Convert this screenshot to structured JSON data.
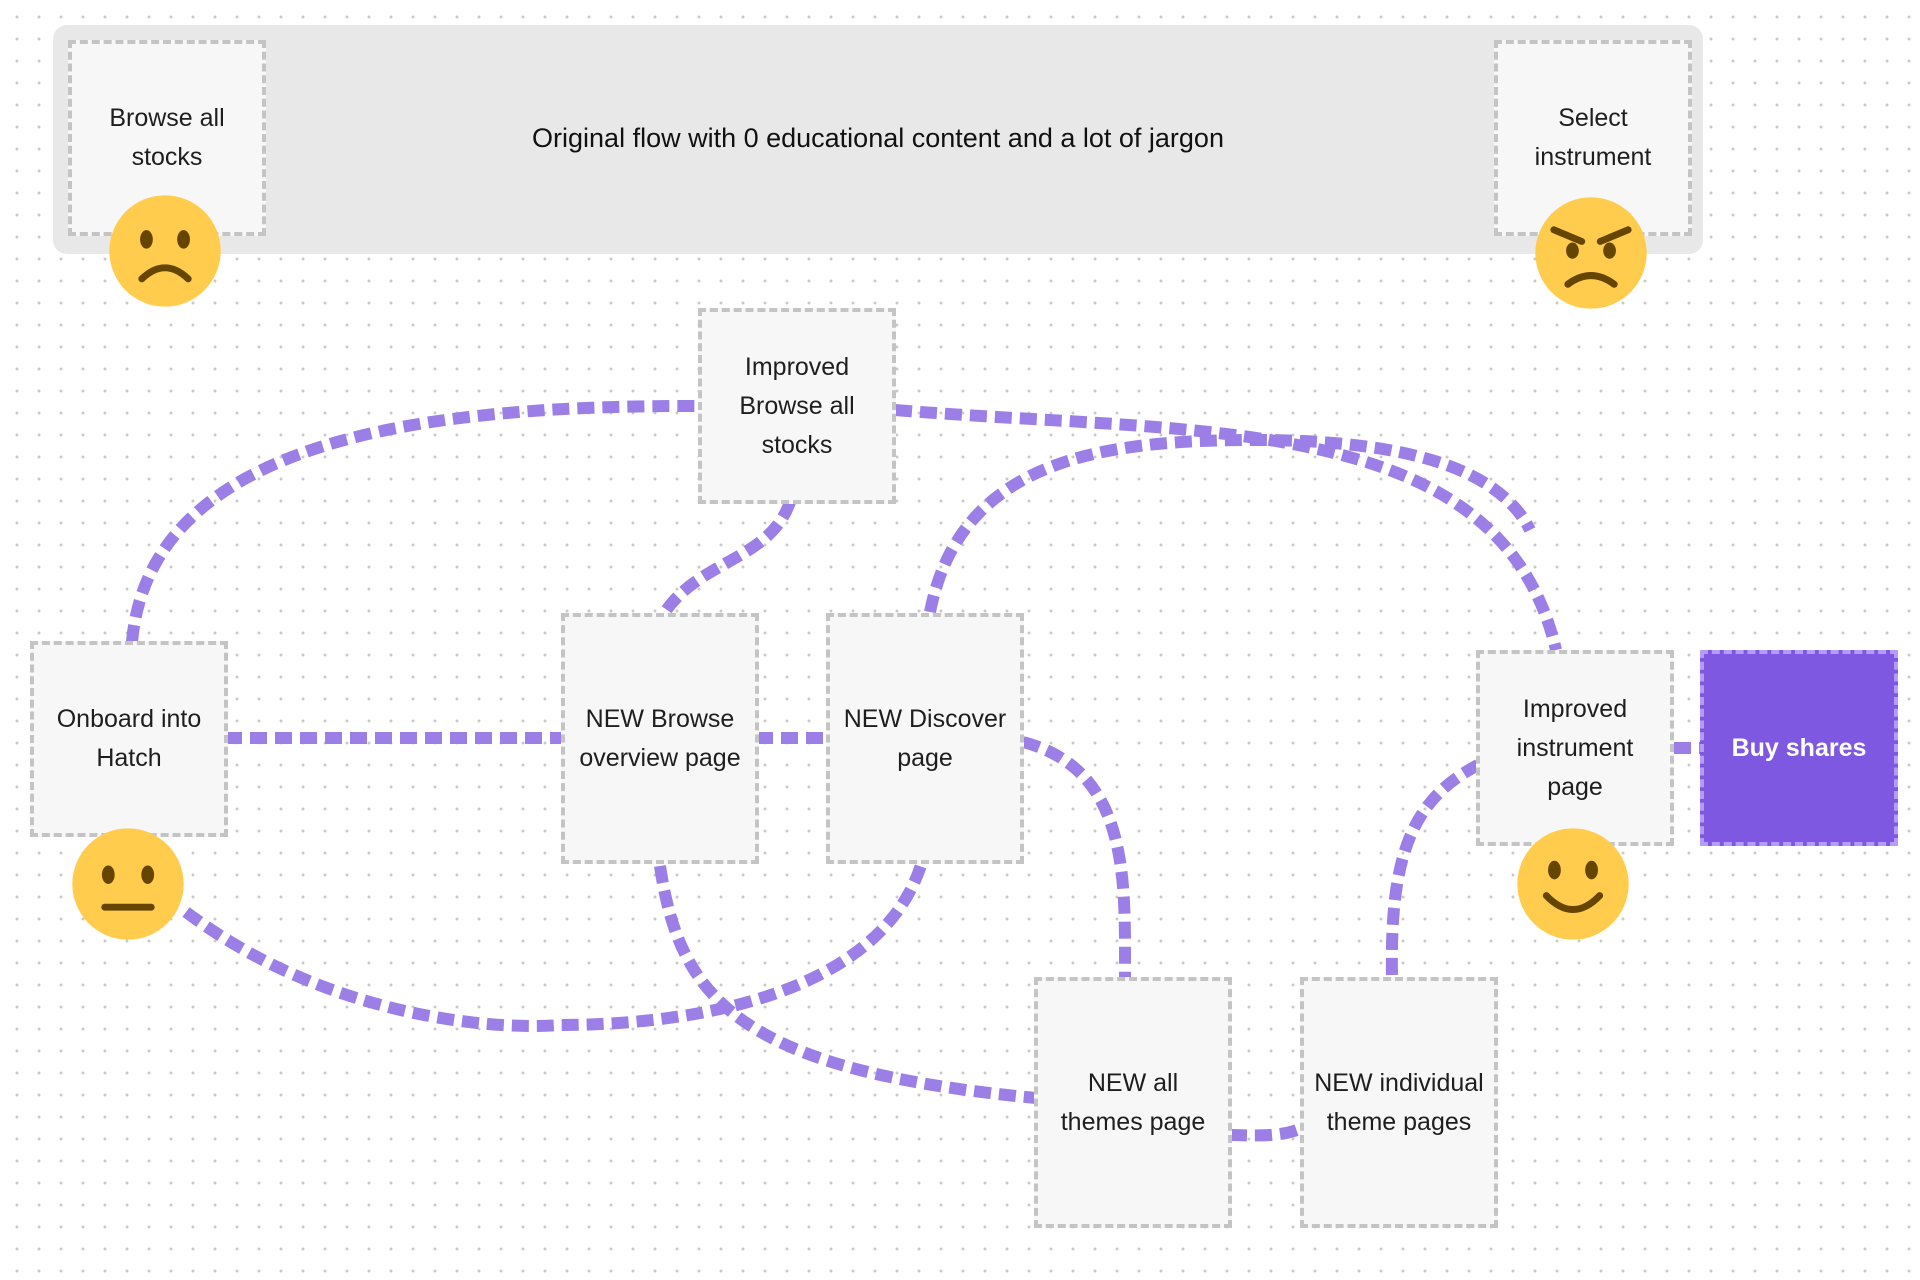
{
  "banner": {
    "text": "Original flow with 0 educational content and a lot of jargon"
  },
  "nodes": {
    "browse_all_stocks": "Browse all stocks",
    "select_instrument": "Select instrument",
    "improved_browse": "Improved Browse all stocks",
    "onboard": "Onboard into Hatch",
    "new_browse_overview": "NEW Browse overview page",
    "new_discover": "NEW Discover page",
    "improved_instrument": "Improved instrument page",
    "buy_shares": "Buy shares",
    "new_all_themes": "NEW all themes page",
    "new_individual_theme": "NEW individual theme pages"
  },
  "emojis": {
    "browse_all_stocks": "frowning-face-icon",
    "select_instrument": "angry-face-icon",
    "onboard": "neutral-face-icon",
    "improved_instrument": "smiling-face-icon"
  },
  "colors": {
    "connector": "#9b7ee6",
    "buy_shares_fill": "#7f58e2",
    "node_fill": "#f7f7f7",
    "node_border": "#c4c4c4",
    "banner_fill": "#e8e8e8",
    "emoji_face": "#ffcc4d",
    "emoji_features": "#664500"
  }
}
